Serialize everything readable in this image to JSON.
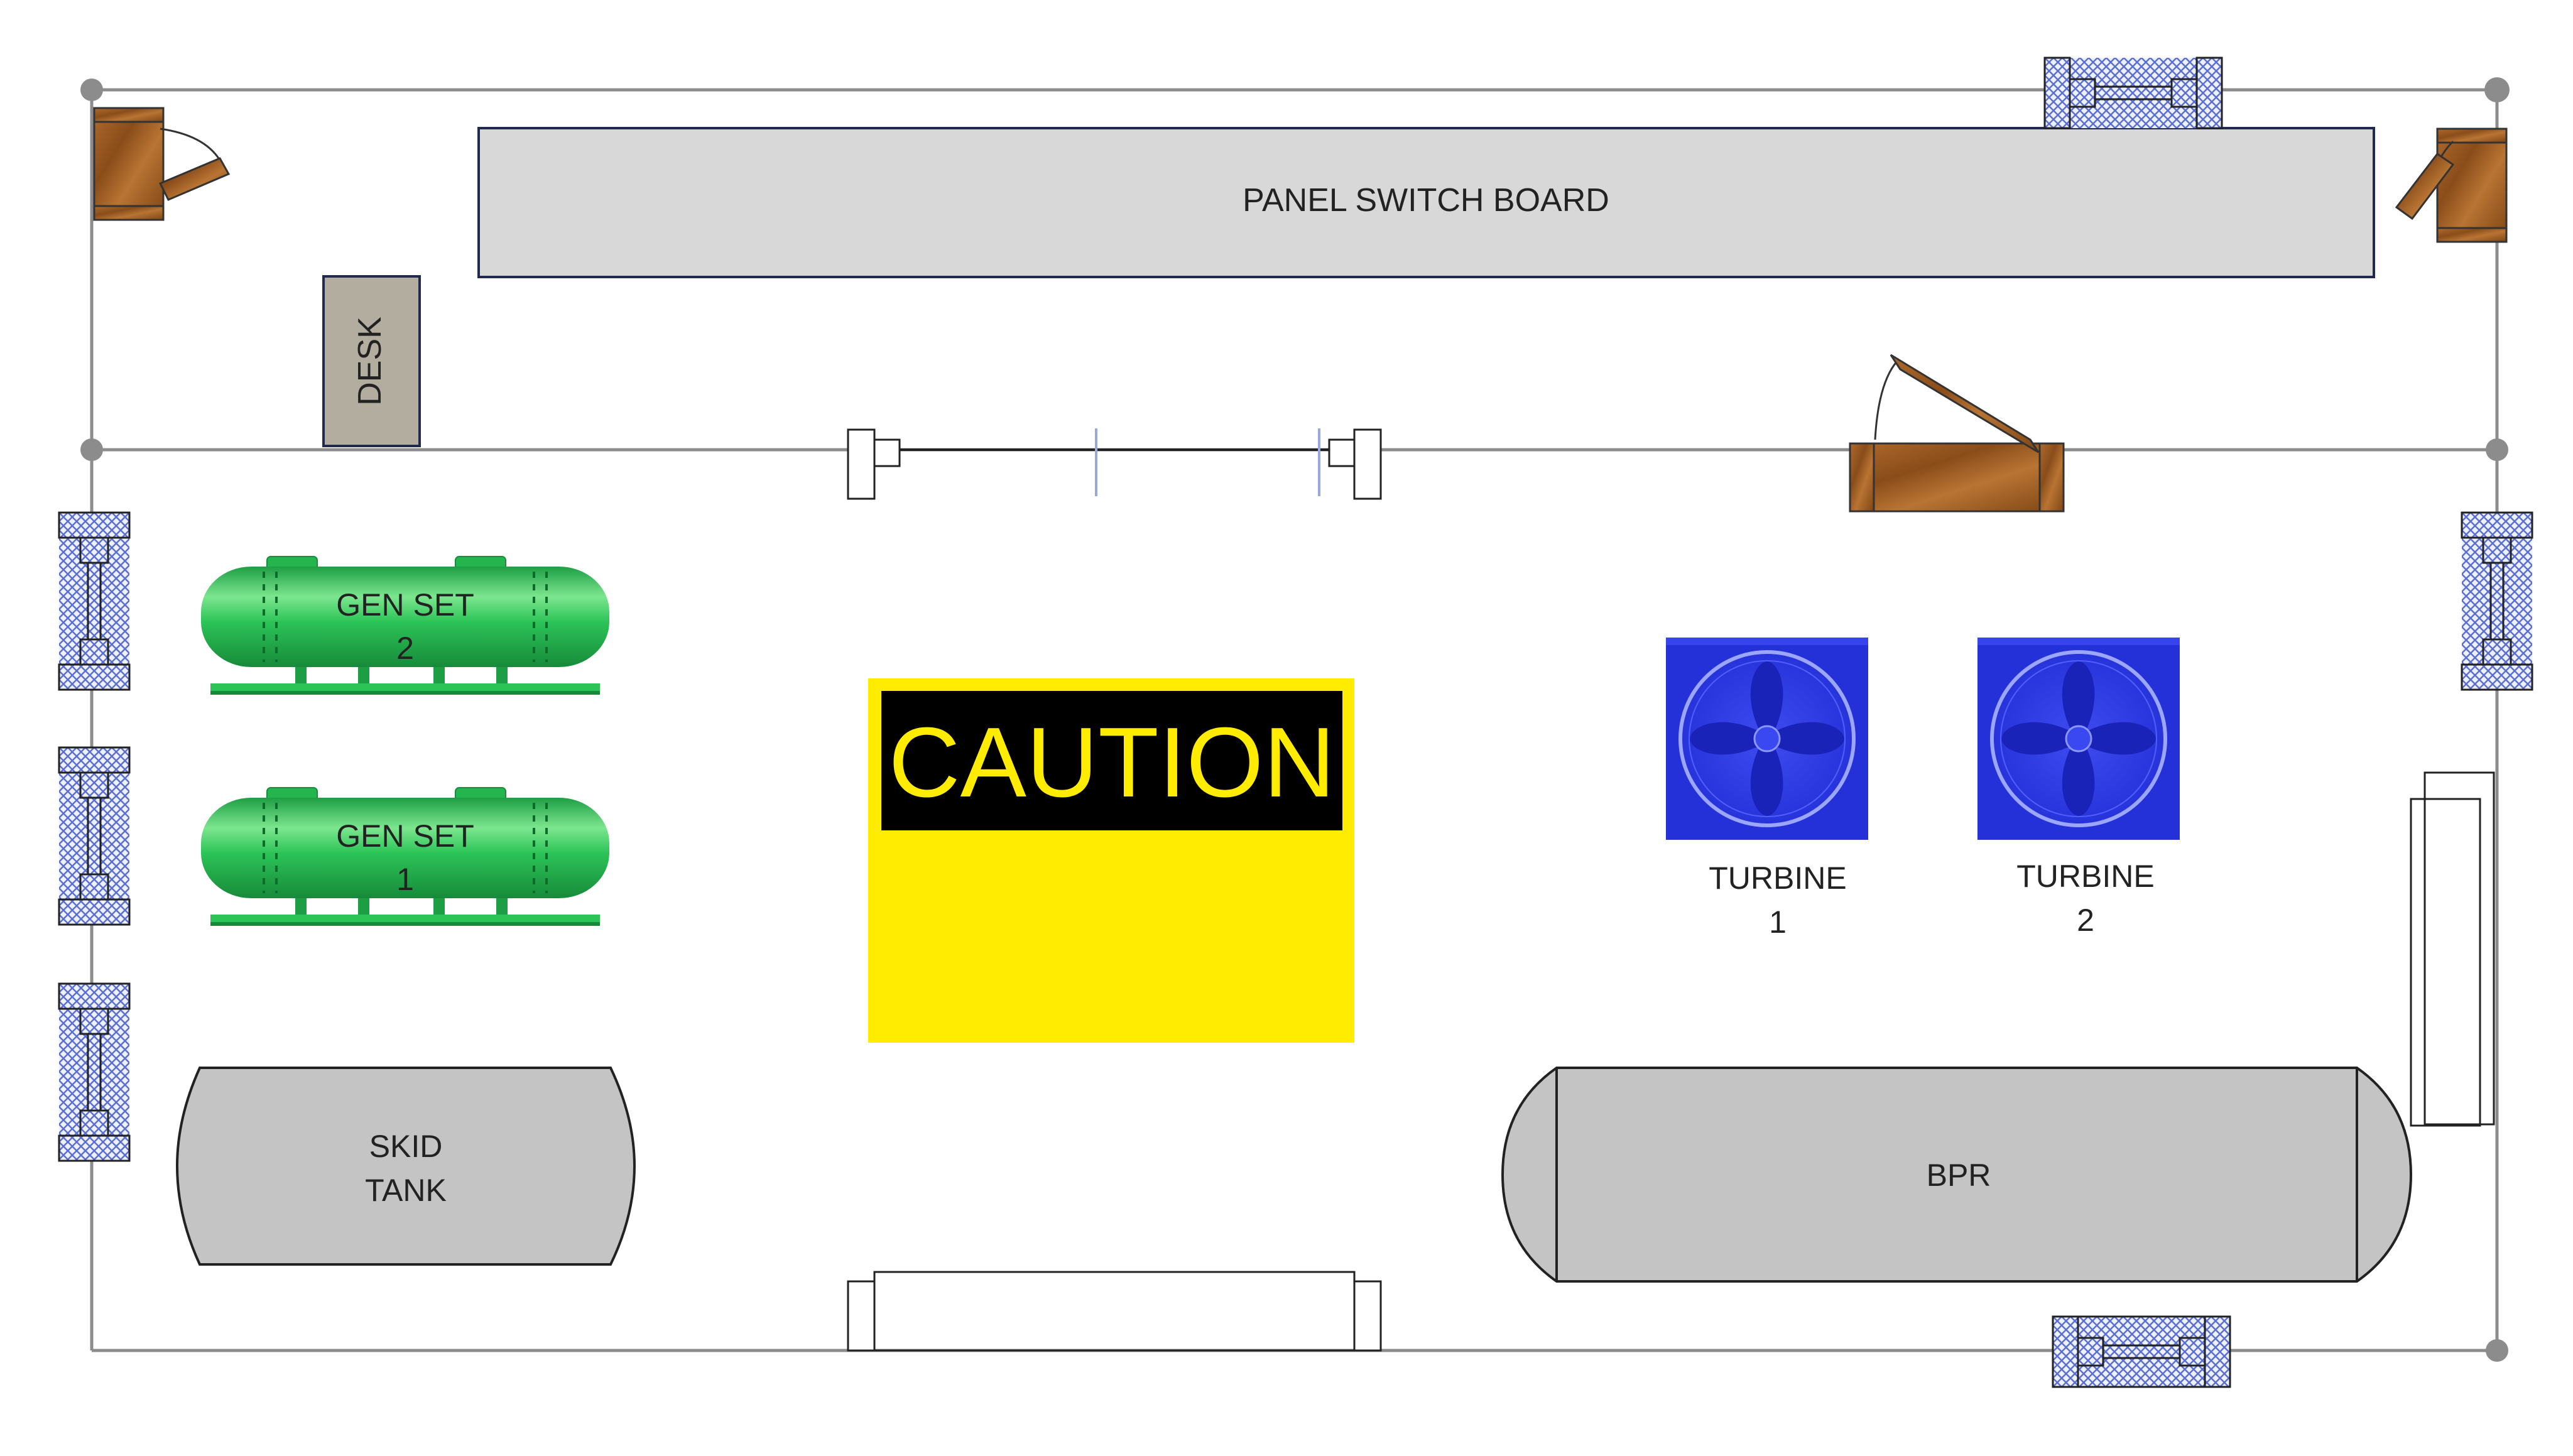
{
  "labels": {
    "panel_switch_board": "PANEL SWITCH BOARD",
    "desk": "DESK",
    "gen_set_2": [
      "GEN SET",
      "2"
    ],
    "gen_set_1": [
      "GEN SET",
      "1"
    ],
    "caution": "CAUTION",
    "turbine_1": [
      "TURBINE",
      "1"
    ],
    "turbine_2": [
      "TURBINE",
      "2"
    ],
    "skid_tank": [
      "SKID",
      "TANK"
    ],
    "bpr": "BPR"
  },
  "colors": {
    "wall": "#8c8c8c",
    "panel_fill": "#d8d8d8",
    "panel_border": "#1f2a4d",
    "desk_fill": "#b3ada0",
    "gen_set_green": "#22b14c",
    "caution_yellow": "#ffec00",
    "caution_black": "#000000",
    "turbine_blue": "#2430d8",
    "tank_gray": "#c4c4c4",
    "door_wood": "#9a5a22",
    "window_hatch": "#5a6fd0"
  },
  "icons": [
    "door-icon",
    "window-icon",
    "fan-icon",
    "tank-icon",
    "gen-set-icon",
    "caution-sign-icon"
  ]
}
